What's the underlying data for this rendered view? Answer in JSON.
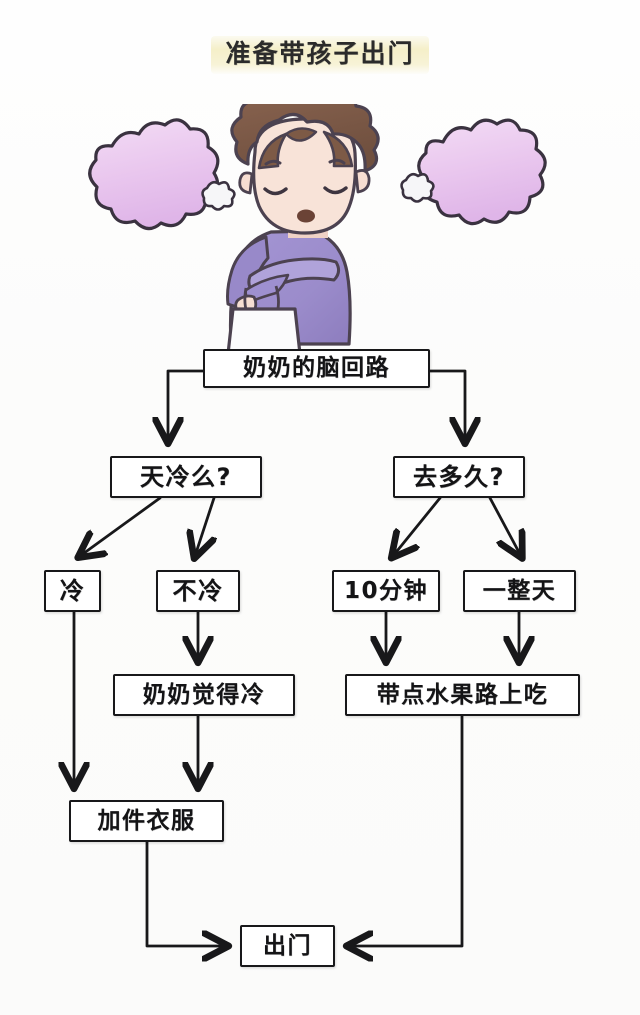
{
  "page": {
    "title": "准备带孩子出门",
    "background_color": "#fdfdfc",
    "title_highlight_color": "#f4eec4"
  },
  "illustration": {
    "name": "grandma-character",
    "description": "卡通奶奶，闭眼，棕色卷发，紫色毛衣，手提白色手提包",
    "hair_color": "#7d5a46",
    "skin_color": "#f6ded2",
    "sweater_color": "#9b8ccb",
    "bag_color": "#fbfbfb",
    "thought_bubbles": [
      {
        "name": "thought-bubble-left-large",
        "color": "#e7c3ec"
      },
      {
        "name": "thought-bubble-left-small",
        "color": "#f4f4f6"
      },
      {
        "name": "thought-bubble-right-large",
        "color": "#e9c8ef"
      },
      {
        "name": "thought-bubble-right-small",
        "color": "#f4f4f6"
      }
    ]
  },
  "flowchart": {
    "type": "decision-tree",
    "nodes": [
      {
        "id": "root",
        "label": "奶奶的脑回路"
      },
      {
        "id": "cold_q",
        "label": "天冷么?"
      },
      {
        "id": "dur_q",
        "label": "去多久?"
      },
      {
        "id": "cold",
        "label": "冷"
      },
      {
        "id": "not_cold",
        "label": "不冷"
      },
      {
        "id": "ten_min",
        "label": "10分钟"
      },
      {
        "id": "all_day",
        "label": "一整天"
      },
      {
        "id": "feels_cold",
        "label": "奶奶觉得冷"
      },
      {
        "id": "fruit",
        "label": "带点水果路上吃"
      },
      {
        "id": "add_cloth",
        "label": "加件衣服"
      },
      {
        "id": "go_out",
        "label": "出门"
      }
    ],
    "edges": [
      {
        "from": "root",
        "to": "cold_q"
      },
      {
        "from": "root",
        "to": "dur_q"
      },
      {
        "from": "cold_q",
        "to": "cold"
      },
      {
        "from": "cold_q",
        "to": "not_cold"
      },
      {
        "from": "dur_q",
        "to": "ten_min"
      },
      {
        "from": "dur_q",
        "to": "all_day"
      },
      {
        "from": "not_cold",
        "to": "feels_cold"
      },
      {
        "from": "cold",
        "to": "add_cloth"
      },
      {
        "from": "feels_cold",
        "to": "add_cloth"
      },
      {
        "from": "ten_min",
        "to": "fruit"
      },
      {
        "from": "all_day",
        "to": "fruit"
      },
      {
        "from": "add_cloth",
        "to": "go_out"
      },
      {
        "from": "fruit",
        "to": "go_out"
      }
    ],
    "line_color": "#18181a",
    "node_border_color": "#18181a",
    "node_fill_color": "#ffffff"
  }
}
